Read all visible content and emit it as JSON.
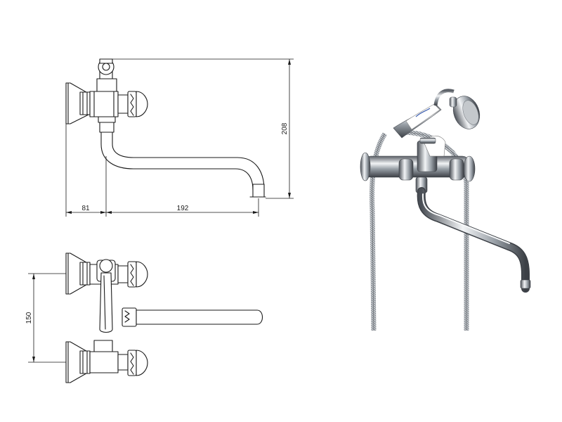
{
  "drawing": {
    "dimensions": {
      "wall_to_axis": "81",
      "spout_reach": "192",
      "total_height": "208",
      "inlet_spacing": "150"
    }
  },
  "colors": {
    "line": "#1a1a1a",
    "background": "#ffffff",
    "chrome_dark": "#5a5f66",
    "chrome_light": "#f2f4f6",
    "ceramic": "#ffffff",
    "ceramic_accent": "#3d5fb0"
  }
}
